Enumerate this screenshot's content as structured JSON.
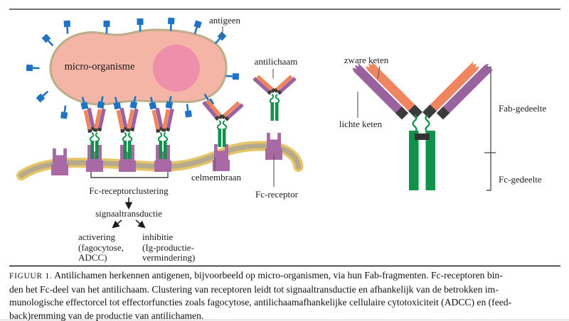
{
  "figure": {
    "panel_left": {
      "labels": {
        "antigeen": "antigeen",
        "antilichaam": "antilichaam",
        "micro_organisme": "micro-organisme",
        "celmembraan": "celmembraan",
        "fc_receptor": "Fc-receptor",
        "fc_receptorclustering": "Fc-receptorclustering",
        "signaaltransductie": "signaaltransductie"
      },
      "activering": [
        "activering",
        "(fagocytose,",
        "ADCC)"
      ],
      "inhibitie": [
        "inhibitie",
        "(Ig-productie-",
        "vermindering)"
      ]
    },
    "panel_right": {
      "labels": {
        "zware_keten": "zware keten",
        "lichte_keten": "lichte keten",
        "fab_gedeelte": "Fab-gedeelte",
        "fc_gedeelte": "Fc-gedeelte"
      }
    },
    "caption": {
      "prefix": "FIGUUR 1.",
      "lines": [
        " Antilichamen herkennen antigenen, bijvoorbeeld op micro-organismen, via hun Fab-fragmenten. Fc-receptoren bin-",
        "den het Fc-deel van het antilichaam. Clustering van receptoren leidt tot signaaltransductie en afhankelijk van de betrokken im-",
        "munologische effectorcel tot effectorfuncties zoals fagocytose, antilichaamafhankelijke cellulaire cytotoxiciteit (ADCC) en (feed-",
        "back)remming van de productie van antilichamen."
      ]
    },
    "colors": {
      "cell_fill": "#F5B5A6",
      "cell_outline": "#BFAE8C",
      "nucleus": "#EE8FAB",
      "antigen_blue": "#1F72C4",
      "heavy_chain_orange": "#EF8660",
      "light_chain_purple": "#9A63A0",
      "stem_green": "#0F9249",
      "receptor_purple": "#A869A4",
      "membrane_gold": "#E5C566",
      "membrane_inner": "#B6AA8C",
      "hinge_black": "#3B3B3B"
    }
  }
}
